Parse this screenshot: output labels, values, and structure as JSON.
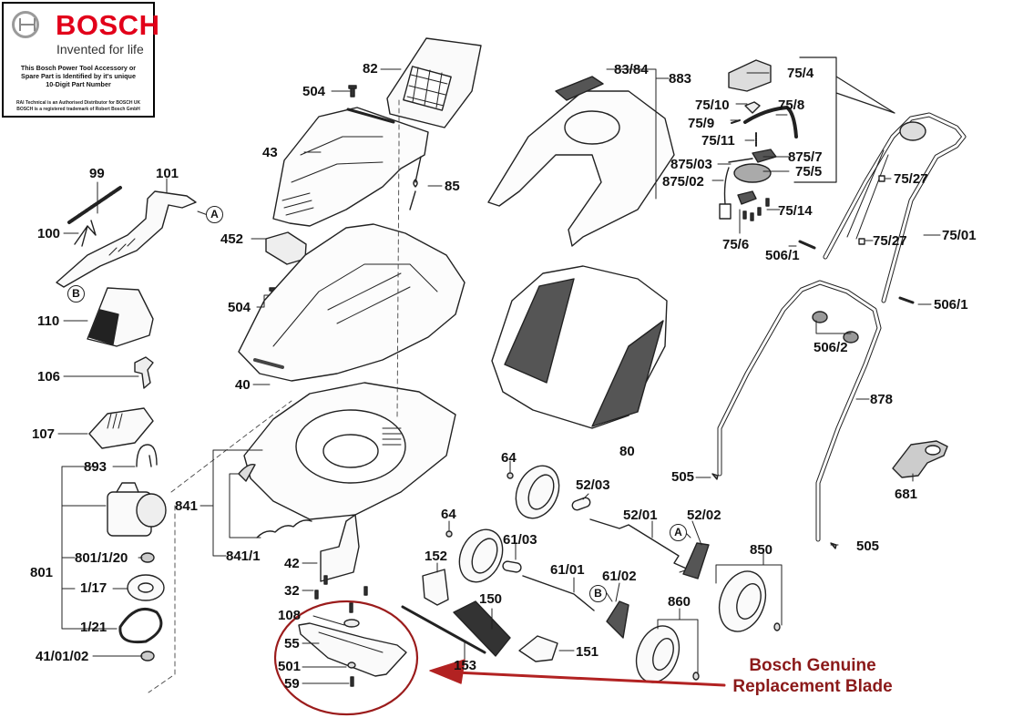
{
  "logo": {
    "brand": "BOSCH",
    "tagline": "Invented for life",
    "note_lines": [
      "This Bosch Power Tool Accessory or",
      "Spare Part is Identified by it's unique",
      "10-Digit Part Number"
    ],
    "fine_print_lines": [
      "RAI Technical is an Authorised Distributor for BOSCH UK",
      "BOSCH is a registered trademark of Robert Bosch GmbH"
    ],
    "brand_color": "#e2001a"
  },
  "promo": {
    "line1": "Bosch Genuine",
    "line2": "Replacement Blade",
    "color": "#8b1a1a"
  },
  "callouts": {
    "a": "A",
    "b": "B"
  },
  "part_labels": {
    "p82": "82",
    "p504_top": "504",
    "p43": "43",
    "p85": "85",
    "p452": "452",
    "p504": "504",
    "p40": "40",
    "p99": "99",
    "p101": "101",
    "p100": "100",
    "p110": "110",
    "p106": "106",
    "p107": "107",
    "p893": "893",
    "p801": "801",
    "p801_1_20": "801/1/20",
    "p1_17": "1/17",
    "p1_21": "1/21",
    "p41_01_02": "41/01/02",
    "p841": "841",
    "p841_1": "841/1",
    "p42": "42",
    "p32": "32",
    "p108": "108",
    "p55": "55",
    "p501": "501",
    "p59": "59",
    "p153": "153",
    "p150": "150",
    "p151": "151",
    "p152": "152",
    "p64_a": "64",
    "p64_b": "64",
    "p61_03": "61/03",
    "p61_01": "61/01",
    "p61_02": "61/02",
    "p52_03": "52/03",
    "p52_01": "52/01",
    "p52_02": "52/02",
    "p850": "850",
    "p860": "860",
    "p80": "80",
    "p83_84": "83/84",
    "p883": "883",
    "p75_4": "75/4",
    "p75_10": "75/10",
    "p75_8": "75/8",
    "p75_9": "75/9",
    "p75_11": "75/11",
    "p875_7": "875/7",
    "p875_03": "875/03",
    "p75_5": "75/5",
    "p875_02": "875/02",
    "p75_14": "75/14",
    "p75_6": "75/6",
    "p506_1_a": "506/1",
    "p75_27_a": "75/27",
    "p75_27_b": "75/27",
    "p75_01": "75/01",
    "p506_1_b": "506/1",
    "p506_2": "506/2",
    "p878": "878",
    "p505_a": "505",
    "p505_b": "505",
    "p681": "681"
  },
  "highlight": {
    "circle_color": "#9b1c1c",
    "arrow_color": "#b22222",
    "target": "blade assembly (108, 55, 501, 59)"
  }
}
